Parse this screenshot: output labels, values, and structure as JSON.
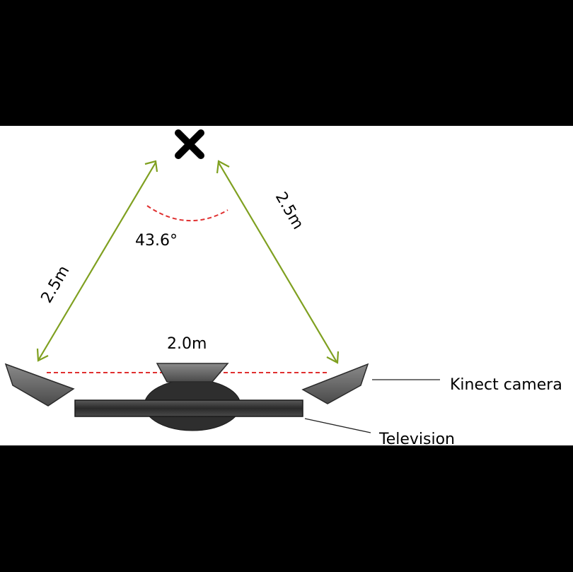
{
  "labels": {
    "left_distance": "2.5m",
    "right_distance": "2.5m",
    "angle": "43.6°",
    "baseline": "2.0m",
    "kinect": "Kinect camera",
    "television": "Television"
  },
  "colors": {
    "background": "#000000",
    "panel": "#ffffff",
    "arrow": "#7fa020",
    "dashed": "#e03030",
    "device_fill": "#6a6a6a",
    "tv_fill": "#3a3a3a",
    "base_fill": "#2e2e2e"
  },
  "icons": {
    "user_marker": "x-mark-icon"
  }
}
